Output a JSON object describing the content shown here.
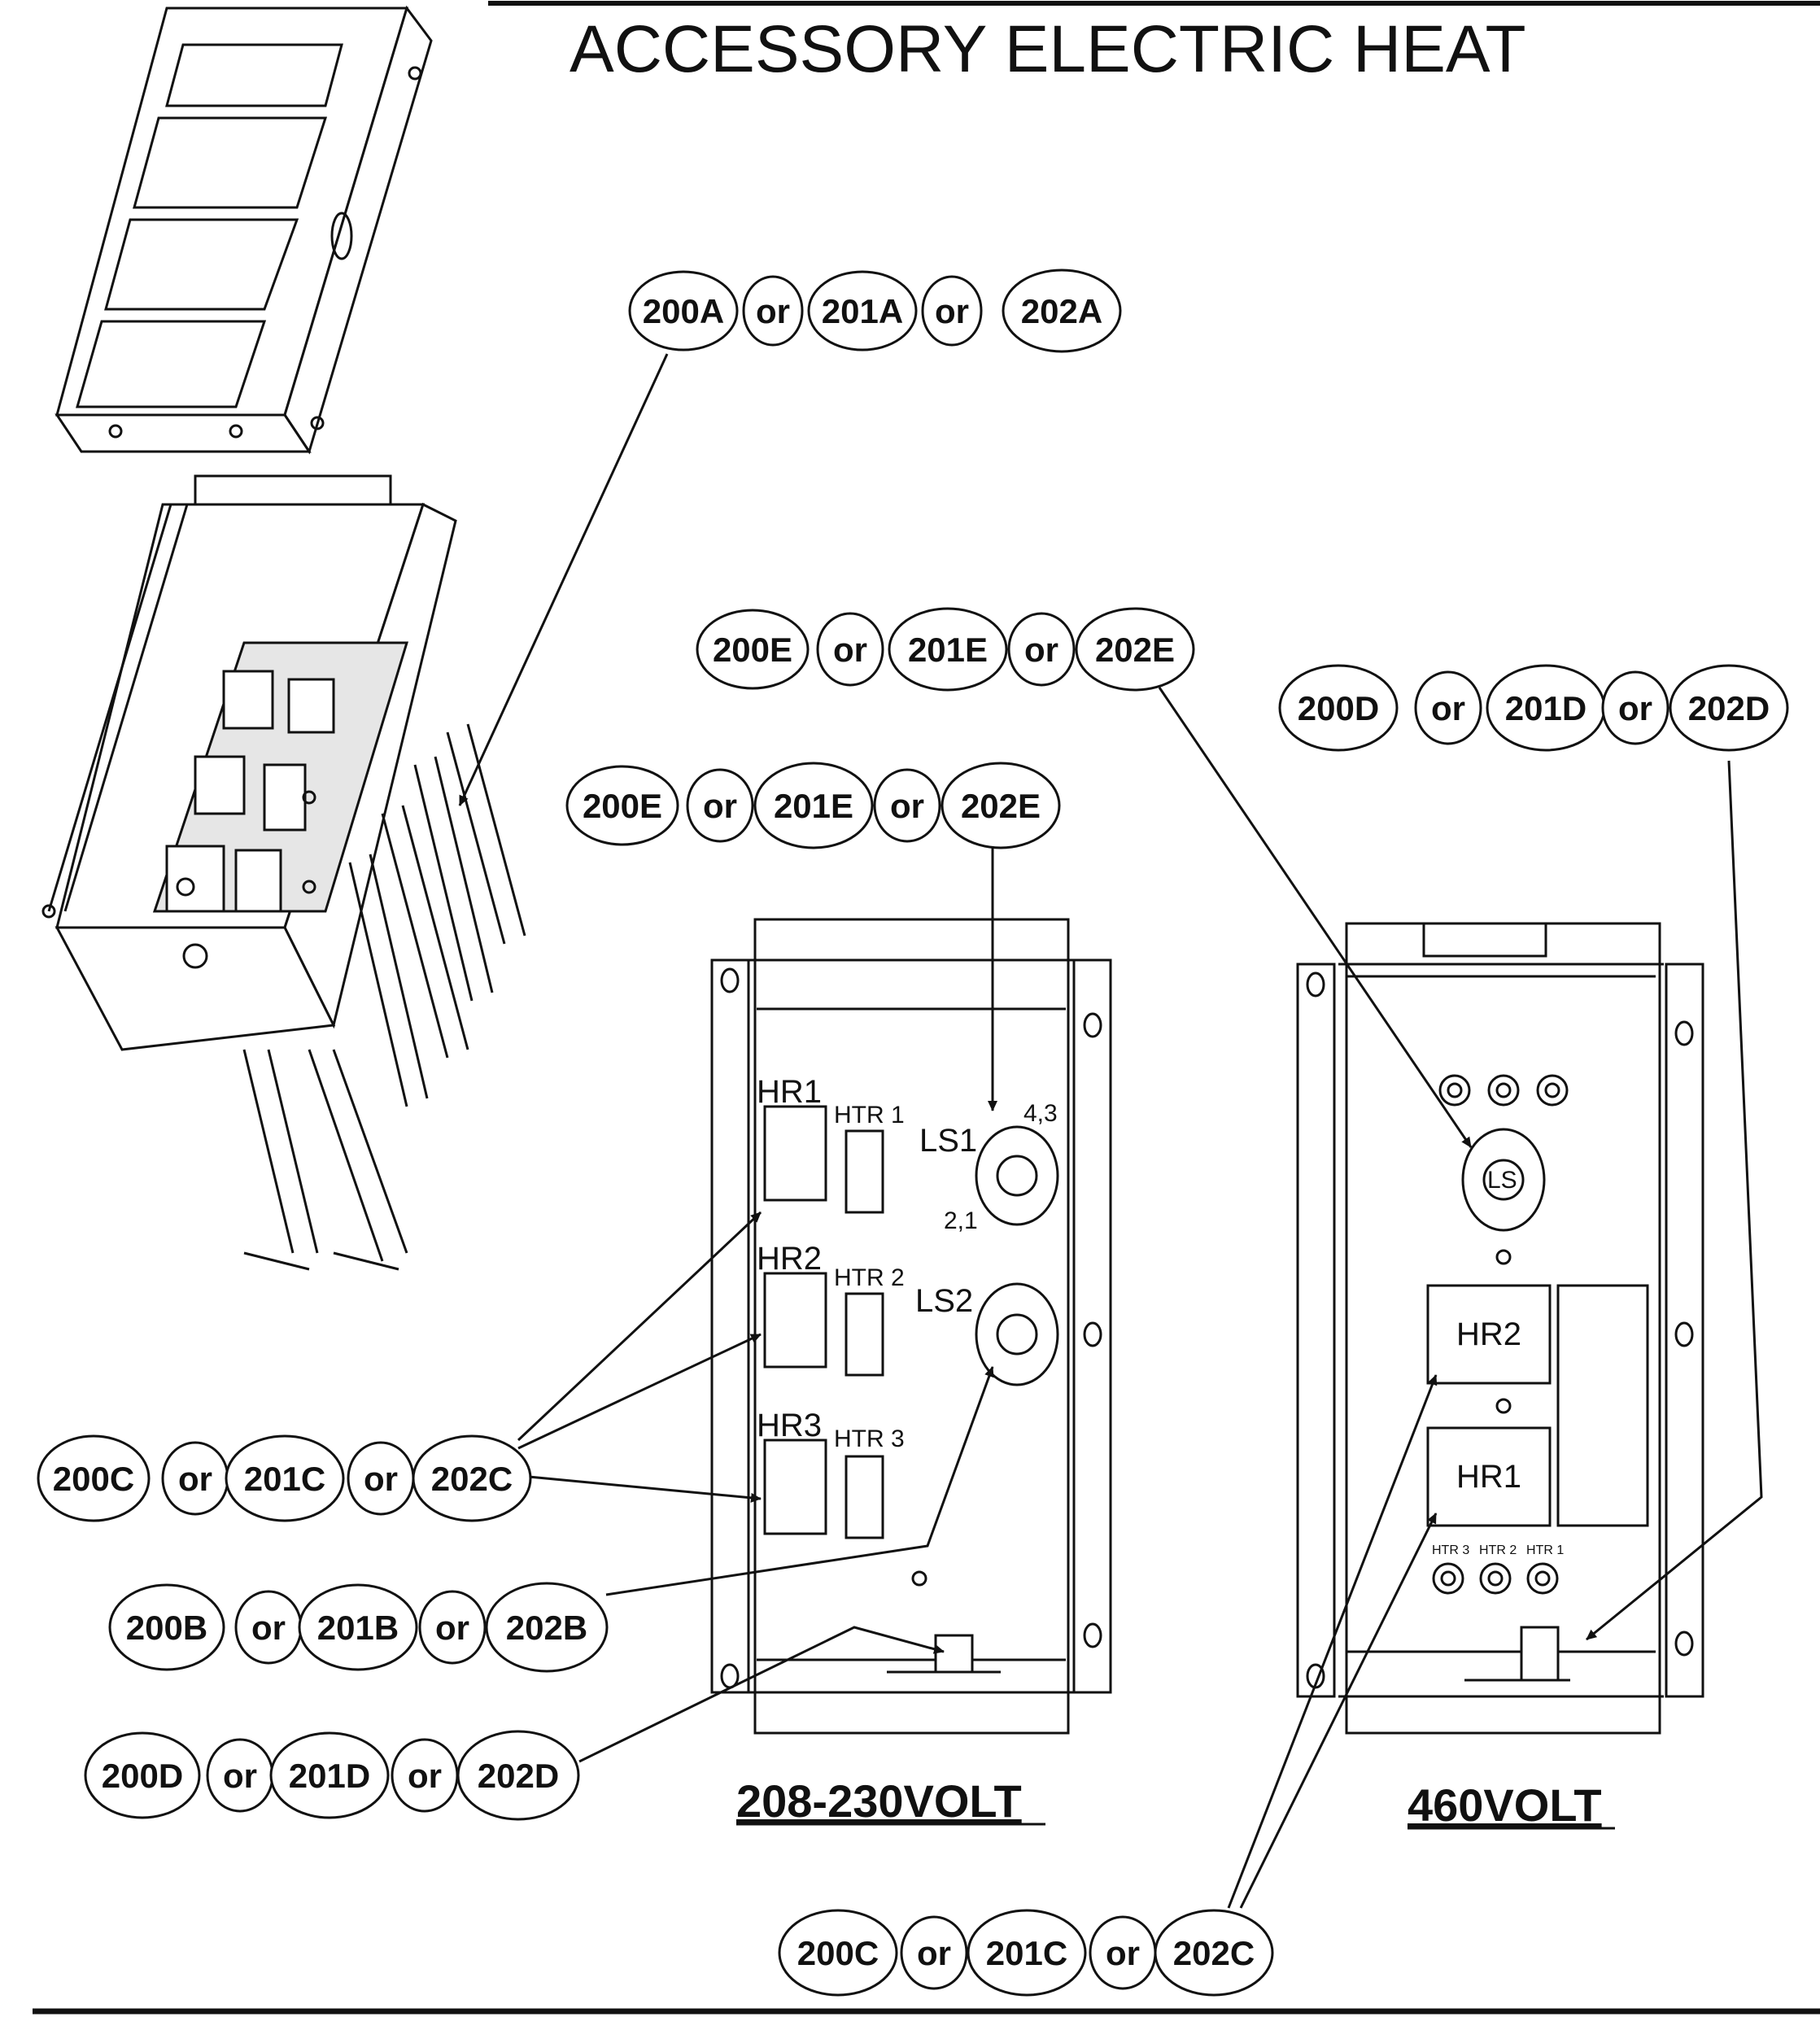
{
  "title": "ACCESSORY ELECTRIC HEAT",
  "connector": "or",
  "callouts": {
    "top_a": [
      "200A",
      "201A",
      "202A"
    ],
    "upper_e": [
      "200E",
      "201E",
      "202E"
    ],
    "lower_e": [
      "200E",
      "201E",
      "202E"
    ],
    "right_d": [
      "200D",
      "201D",
      "202D"
    ],
    "left_c": [
      "200C",
      "201C",
      "202C"
    ],
    "left_b": [
      "200B",
      "201B",
      "202B"
    ],
    "left_d": [
      "200D",
      "201D",
      "202D"
    ],
    "bottom_c": [
      "200C",
      "201C",
      "202C"
    ]
  },
  "panels": {
    "left": {
      "voltage": "208-230VOLT",
      "relays": [
        "HR1",
        "HR2",
        "HR3"
      ],
      "heaters": [
        "HTR 1",
        "HTR 2",
        "HTR 3"
      ],
      "limits": [
        "LS1",
        "LS2"
      ],
      "terminals": [
        "4,3",
        "2,1"
      ]
    },
    "right": {
      "voltage": "460VOLT",
      "relays": [
        "HR2",
        "HR1"
      ],
      "limit": "LS",
      "heaters": [
        "HTR 3",
        "HTR 2",
        "HTR 1"
      ]
    }
  }
}
